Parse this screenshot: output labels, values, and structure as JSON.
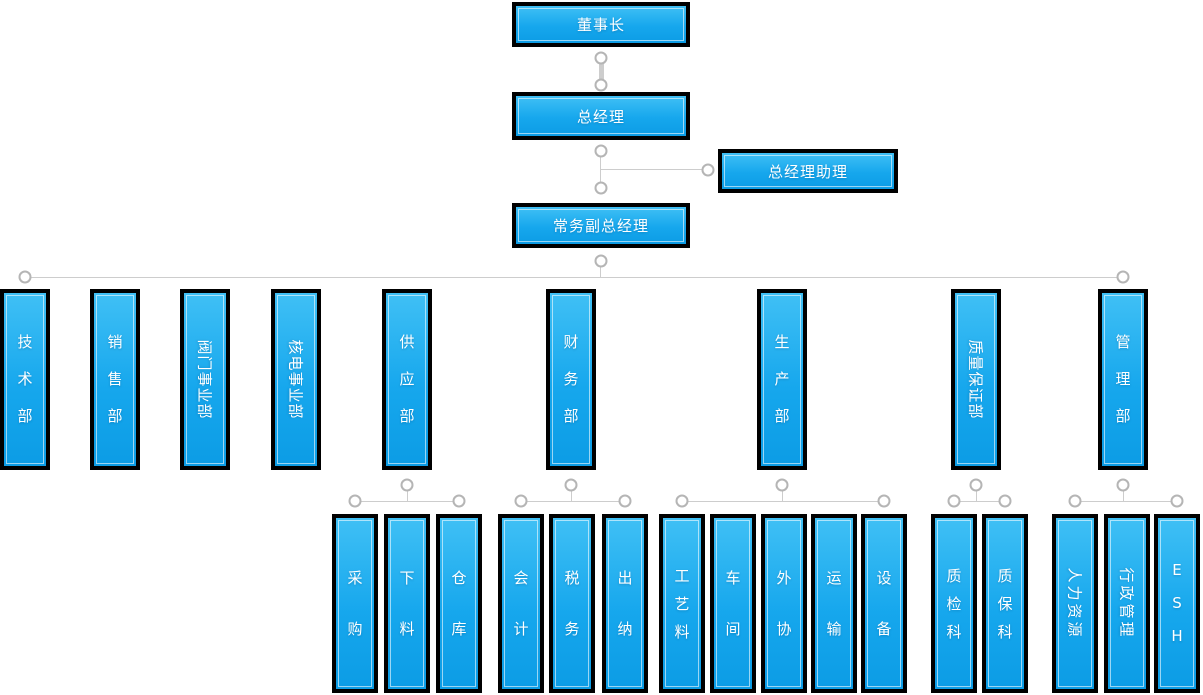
{
  "org": {
    "levels": {
      "chairman": "董事长",
      "general_manager": "总经理",
      "gm_assistant": "总经理助理",
      "deputy_gm": "常务副总经理"
    },
    "departments": [
      "技术部",
      "销售部",
      "阀门事业部",
      "核电事业部",
      "供应部",
      "财务部",
      "生产部",
      "质量保证部",
      "管理部"
    ],
    "sections": {
      "supply": [
        "采购",
        "下料",
        "仓库"
      ],
      "finance": [
        "会计",
        "税务",
        "出纳"
      ],
      "production": [
        "工艺料",
        "车间",
        "外协",
        "运输",
        "设备"
      ],
      "quality": [
        "质检科",
        "质保科"
      ],
      "admin": [
        "人力资源",
        "行政管理",
        "ESH"
      ]
    }
  },
  "colors": {
    "node_fill_top": "#40c0f5",
    "node_fill_bottom": "#0c9ce5",
    "node_border": "#000000",
    "node_inner_stroke": "rgba(255,255,255,0.58)",
    "node_text": "#ffffff",
    "connector_line": "#cdcdcd",
    "ring_border": "#b5b5b5",
    "ring_fill": "#ffffff",
    "background": "#ffffff"
  }
}
